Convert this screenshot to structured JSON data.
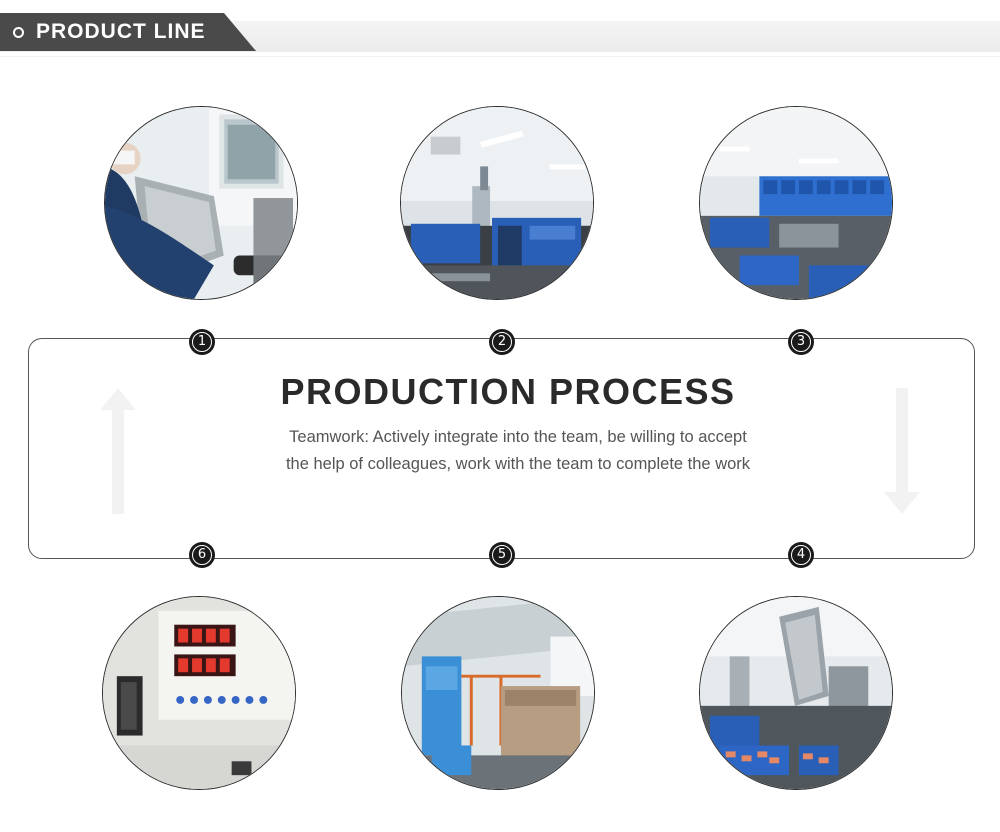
{
  "header": {
    "title": "PRODUCT LINE"
  },
  "process": {
    "title": "PRODUCTION PROCESS",
    "description": "Teamwork: Actively integrate into the team, be willing to accept the help of colleagues, work with the team to complete the work"
  },
  "steps": [
    {
      "number": "1",
      "photo": "worker-at-steel-trough"
    },
    {
      "number": "2",
      "photo": "injection-molding-machines"
    },
    {
      "number": "3",
      "photo": "workshop-blue-crates"
    },
    {
      "number": "4",
      "photo": "assembly-line-machines"
    },
    {
      "number": "5",
      "photo": "industrial-washing-tank"
    },
    {
      "number": "6",
      "photo": "digital-control-panel"
    }
  ],
  "colors": {
    "header_tab": "#4a4a4a",
    "badge": "#1a1a1a",
    "machine_blue": "#2a5fb8",
    "title_text": "#2a2a2a"
  }
}
